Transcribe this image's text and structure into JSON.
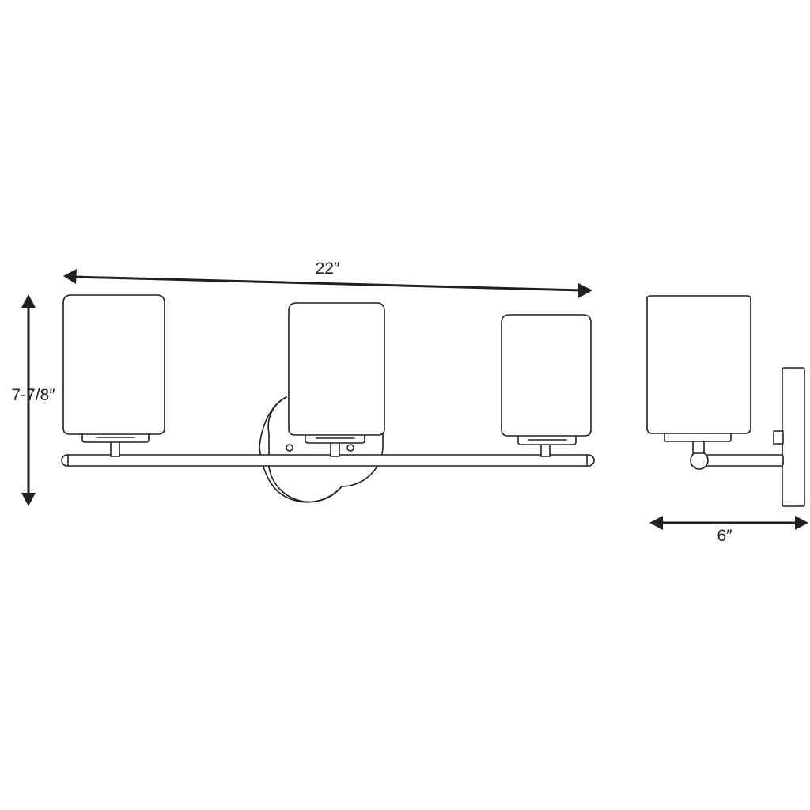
{
  "dimensions": {
    "width_label": "22″",
    "height_label": "7-7/8″",
    "depth_label": "6″"
  },
  "colors": {
    "line": "#231f20",
    "background": "#ffffff"
  }
}
